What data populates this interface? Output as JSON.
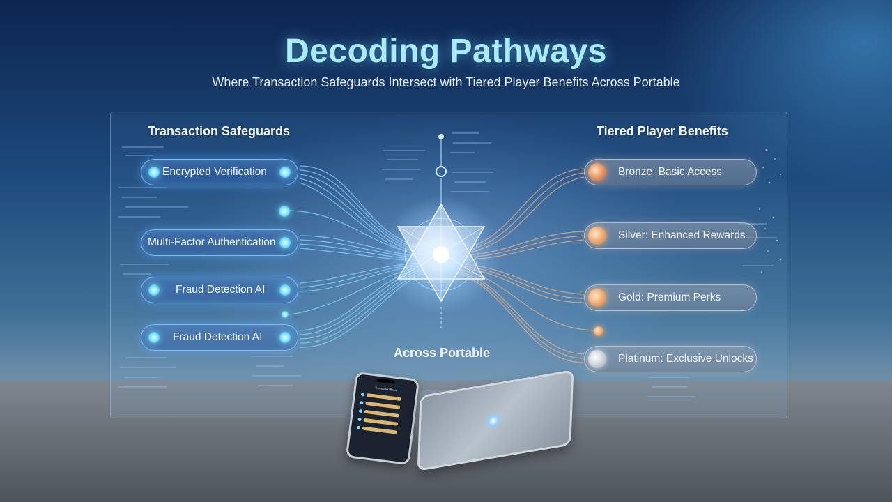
{
  "title": "Decoding Pathways",
  "subtitle": "Where Transaction Safeguards Intersect with Tiered Player Benefits Across Portable",
  "left_column": {
    "heading": "Transaction Safeguards",
    "items": [
      {
        "label": "Encrypted Verification"
      },
      {
        "label": "Multi-Factor Authentication"
      },
      {
        "label": "Fraud Detection AI"
      },
      {
        "label": "Fraud Detection AI"
      }
    ]
  },
  "right_column": {
    "heading": "Tiered Player Benefits",
    "items": [
      {
        "label": "Bronze: Basic Access",
        "tier": "bronze"
      },
      {
        "label": "Silver: Enhanced Rewards",
        "tier": "silver"
      },
      {
        "label": "Gold: Premium Perks",
        "tier": "gold"
      },
      {
        "label": "Platinum: Exclusive Unlocks",
        "tier": "platinum"
      }
    ]
  },
  "center": {
    "label": "Across Portable",
    "icon": "hexagram-core-icon"
  },
  "devices": {
    "phone_title": "Transaction Board"
  },
  "colors": {
    "title": "#a8ecfa",
    "left_line": "#8fd8ff",
    "right_line": "#f0b485",
    "bronze": "#e89c6a",
    "gold": "#efb07a",
    "platinum": "#d3d9e0"
  }
}
